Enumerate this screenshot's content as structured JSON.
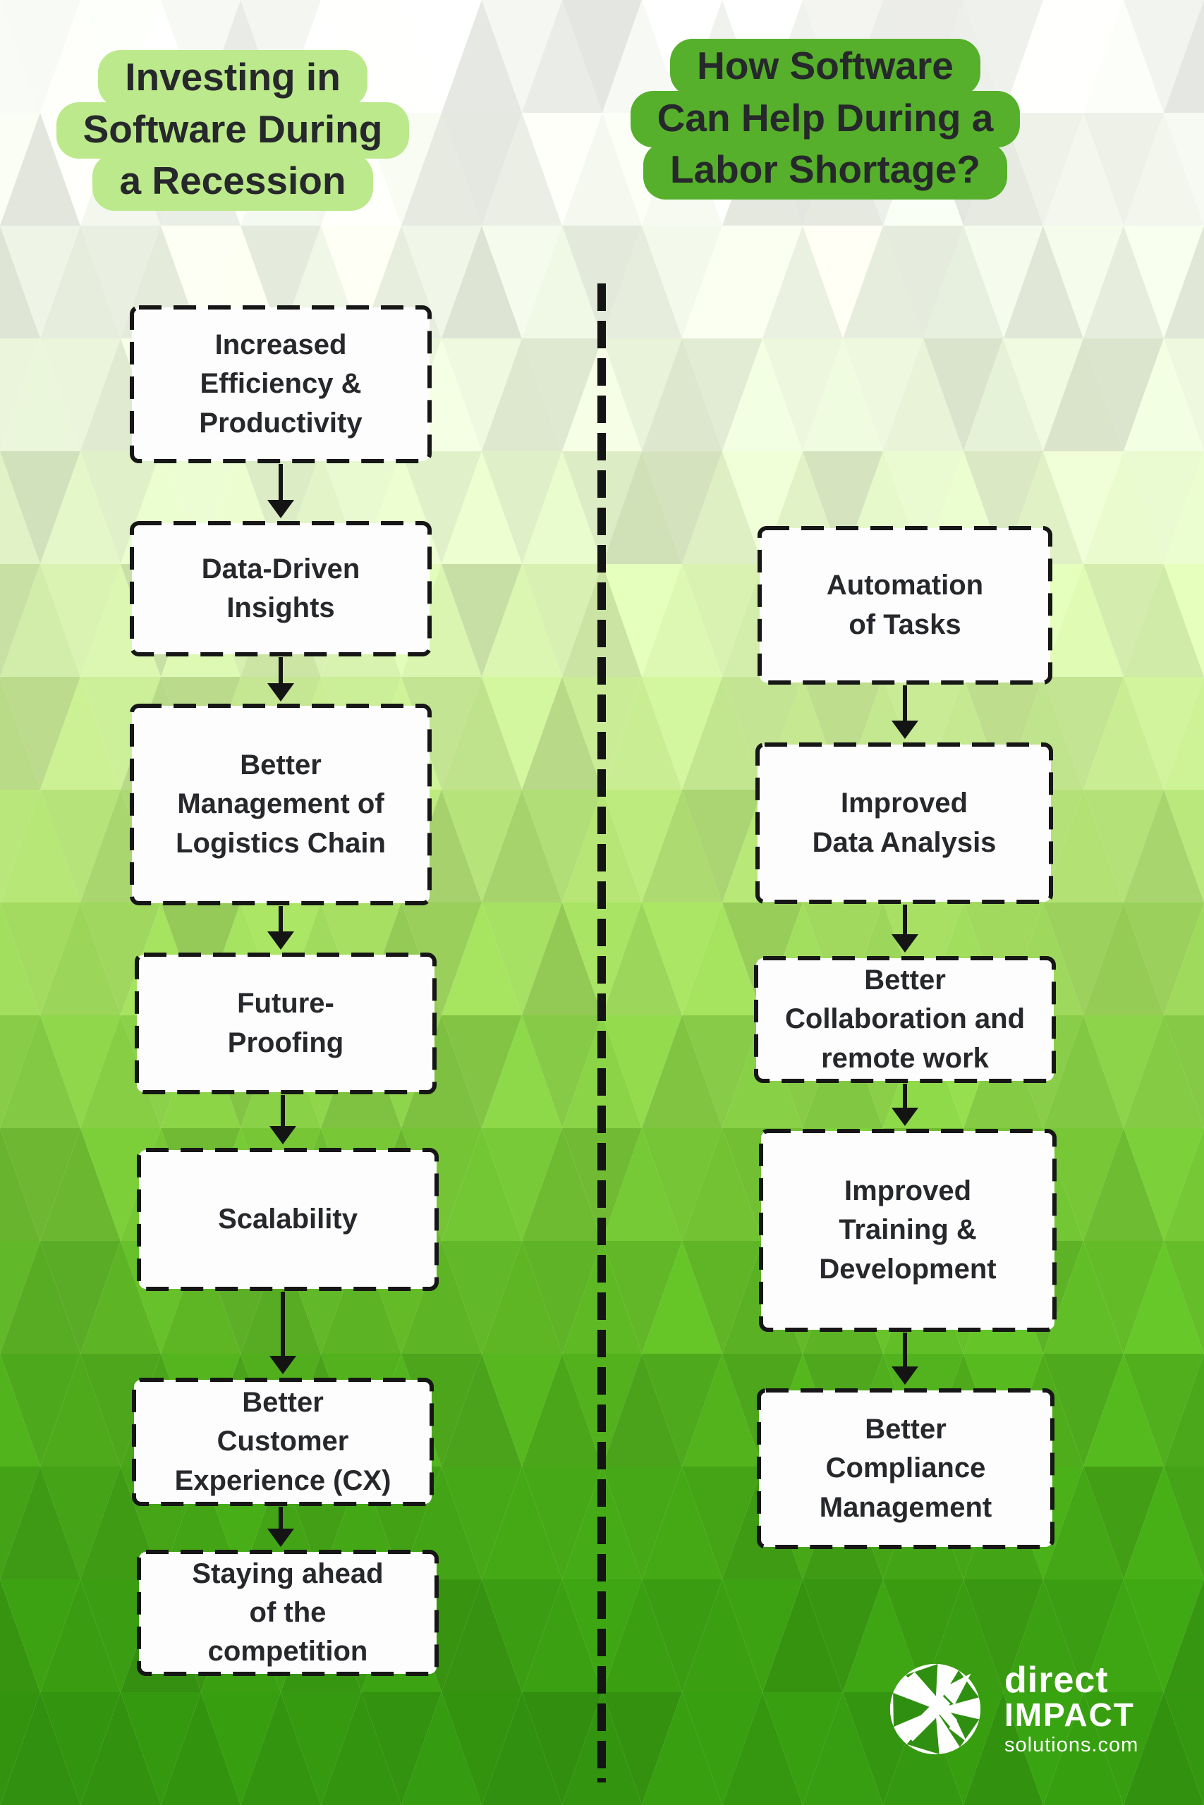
{
  "header": {
    "left_title": {
      "lines": [
        "Investing in",
        "Software During",
        "a Recession"
      ]
    },
    "right_title": {
      "lines": [
        "How Software",
        "Can Help During a",
        "Labor Shortage?"
      ]
    }
  },
  "left_flow": {
    "boxes": [
      {
        "label": "Increased\nEfficiency &\nProductivity"
      },
      {
        "label": "Data-Driven\nInsights"
      },
      {
        "label": "Better\nManagement of\nLogistics Chain"
      },
      {
        "label": "Future-\nProofing"
      },
      {
        "label": "Scalability"
      },
      {
        "label": "Better\nCustomer\nExperience (CX)"
      },
      {
        "label": "Staying ahead\nof the\ncompetition"
      }
    ]
  },
  "right_flow": {
    "boxes": [
      {
        "label": "Automation\nof Tasks"
      },
      {
        "label": "Improved\nData Analysis"
      },
      {
        "label": "Better\nCollaboration and\nremote work"
      },
      {
        "label": "Improved\nTraining &\nDevelopment"
      },
      {
        "label": "Better\nCompliance\nManagement"
      }
    ]
  },
  "logo": {
    "name_line1": "direct",
    "name_line2": "IMPACT",
    "domain": "solutions.com"
  },
  "colors": {
    "left_highlight": "#bce98b",
    "right_highlight": "#56b02b",
    "text_dark": "#26282b",
    "box_background": "#fdfdfd",
    "box_border": "#161616",
    "arrow": "#141414",
    "logo_green": "#2f8f10",
    "background_stops": [
      "#f6f7f4",
      "#f0f5ea",
      "#e4f1d2",
      "#cdea9f",
      "#a8da67",
      "#7cc73b",
      "#55b01f",
      "#3c9c12",
      "#2f8e0e"
    ]
  }
}
